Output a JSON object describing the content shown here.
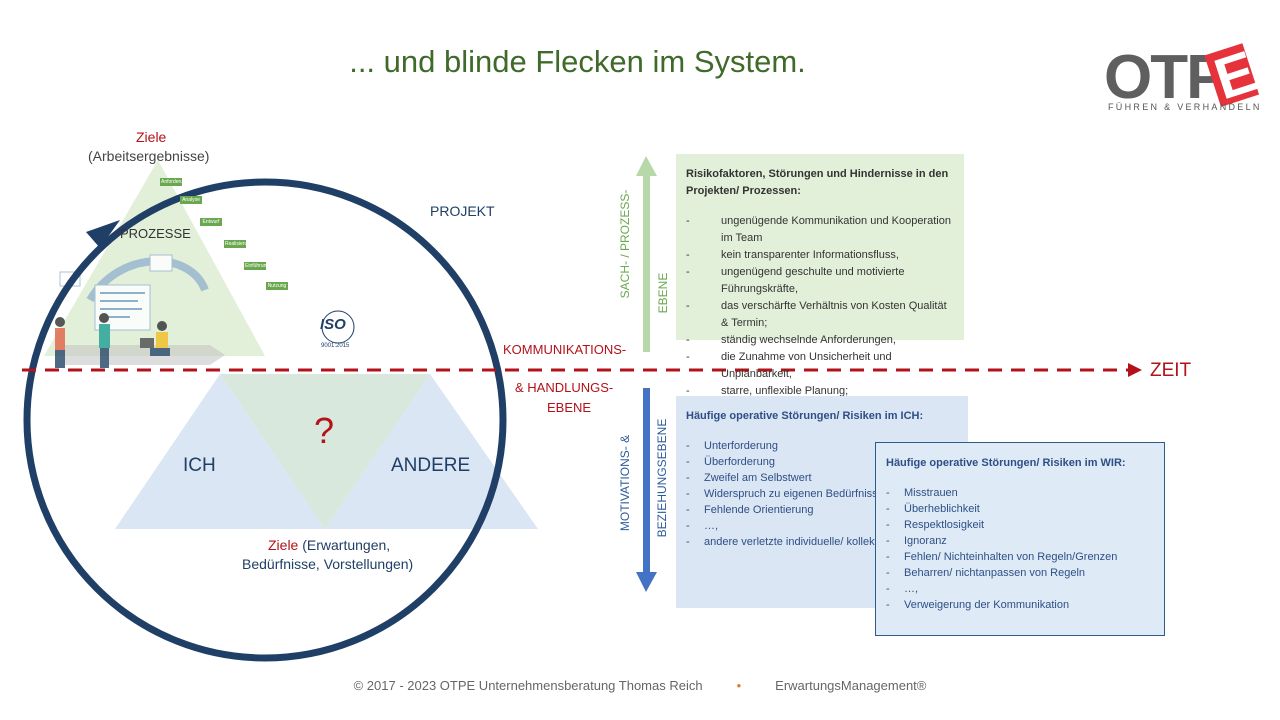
{
  "title": "... und blinde Flecken im System.",
  "logo": {
    "text": "OTPE",
    "subtitle": "FÜHREN & VERHANDELN",
    "accent": "#e5323b"
  },
  "top_goal": {
    "label": "Ziele",
    "sub": "(Arbeitsergebnisse)"
  },
  "labels": {
    "prozesse": "PROZESSE",
    "projekt": "PROJEKT",
    "iso_badge": "ISO",
    "iso_norm": "9001:2015",
    "kommunikation": "KOMMUNIKATIONS-",
    "handlung": "& HANDLUNGS-",
    "ebene": "EBENE",
    "zeit": "ZEIT",
    "ich": "ICH",
    "andere": "ANDERE",
    "question": "?",
    "bottom_goal_red": "Ziele",
    "bottom_goal_rest": " (Erwartungen,",
    "bottom_goal_line2": "Bedürfnisse, Vorstellungen)"
  },
  "process_steps": [
    "Anforderung",
    "Analyse",
    "Entwurf",
    "Realisierung",
    "Einführung",
    "Nutzung"
  ],
  "axis": {
    "up_line1": "SACH- / PROZESS-",
    "up_line2": "EBENE",
    "down_line1": "MOTIVATIONS- &",
    "down_line2": "BEZIEHUNGSEBENE"
  },
  "box_sach": {
    "heading": "Risikofaktoren,  Störungen und Hindernisse in den Projekten/ Prozessen:",
    "items": [
      "ungenügende  Kommunikation und Kooperation im Team",
      "kein transparenter Informationsfluss,",
      "ungenügend  geschulte und motivierte Führungskräfte,",
      "das verschärfte Verhältnis von Kosten Qualität & Termin;",
      "ständig wechselnde Anforderungen,",
      "die Zunahme von Unsicherheit und  Unplanbarkeit,",
      "starre, unflexible Planung;"
    ]
  },
  "box_ich": {
    "heading": "Häufige operative Störungen/ Risiken im ICH:",
    "items": [
      "Unterforderung",
      "Überforderung",
      "Zweifel am Selbstwert",
      "Widerspruch zu eigenen Bedürfnissen",
      "Fehlende Orientierung",
      "…,",
      "andere verletzte individuelle/ kollektive Bedürfnisse"
    ]
  },
  "box_wir": {
    "heading": "Häufige operative Störungen/ Risiken im WIR:",
    "items": [
      "Misstrauen",
      "Überheblichkeit",
      "Respektlosigkeit",
      "Ignoranz",
      "Fehlen/ Nichteinhalten von Regeln/Grenzen",
      "Beharren/ nichtanpassen von Regeln",
      "…,",
      "Verweigerung der Kommunikation"
    ]
  },
  "footer": {
    "copyright": "© 2017 - 2023  OTPE Unternehmensberatung  Thomas  Reich",
    "separator": "•",
    "brand": "ErwartungsManagement®"
  },
  "colors": {
    "title": "#3f6a2a",
    "circle": "#1f3f66",
    "dash": "#b3121a",
    "up_arrow": "#b7d8a8",
    "down_arrow": "#4472c4",
    "green_box": "#e2efd9",
    "blue_box": "#dae6f4"
  }
}
